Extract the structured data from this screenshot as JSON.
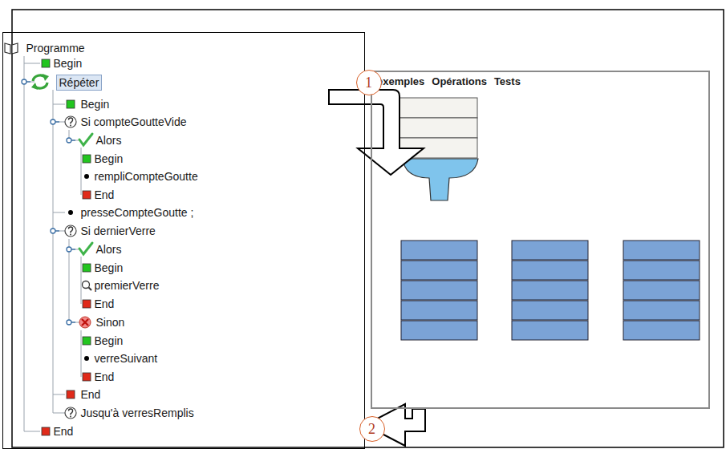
{
  "diagram": {
    "nodes": [
      {
        "text": [
          "Programme",
          "Begin",
          "Répéter",
          "Begin",
          "Si compteGoutteVide",
          "Alors",
          "Begin",
          "rempliCompteGoutte",
          "End",
          "presseCompteGoutte ;",
          "Si dernierVerre",
          "Alors",
          "Begin",
          "premierVerre",
          "End",
          "Sinon",
          "Begin",
          "verreSuivant",
          "End",
          "End",
          "Jusqu'à verresRemplis",
          "End"
        ]
      },
      {
        "text": [
          "exemples",
          "Opérations",
          "Tests"
        ]
      },
      {
        "text": [
          "1"
        ]
      },
      {
        "text": [
          "2"
        ]
      }
    ],
    "edges": [
      {
        "from": 1,
        "to": 0,
        "arrow": "to"
      }
    ]
  }
}
